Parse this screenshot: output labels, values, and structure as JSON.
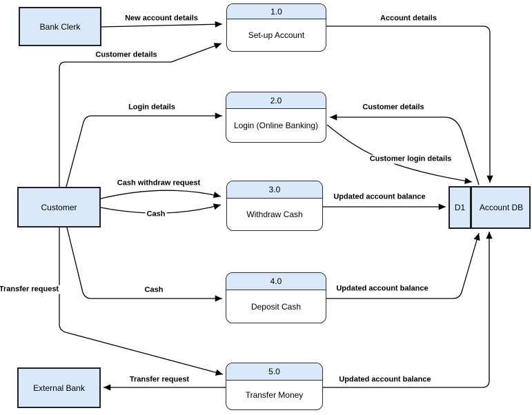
{
  "colors": {
    "node_fill": "#dae8fc",
    "node_stroke": "#1f1f1f",
    "connector": "#000000",
    "process_body": "#ffffff"
  },
  "entities": [
    {
      "label": "Bank Clerk"
    },
    {
      "label": "Customer"
    },
    {
      "label": "External Bank"
    }
  ],
  "processes": [
    {
      "number": "1.0",
      "label": "Set-up Account"
    },
    {
      "number": "2.0",
      "label": "Login (Online Banking)"
    },
    {
      "number": "3.0",
      "label": "Withdraw Cash"
    },
    {
      "number": "4.0",
      "label": "Deposit Cash"
    },
    {
      "number": "5.0",
      "label": "Transfer Money"
    }
  ],
  "datastore": {
    "ref": "D1",
    "label": "Account DB"
  },
  "flows": [
    {
      "label": "New account details",
      "from": "Bank Clerk",
      "to": "Set-up Account"
    },
    {
      "label": "Customer details",
      "from": "Customer",
      "to": "Set-up Account"
    },
    {
      "label": "Account details",
      "from": "Set-up Account",
      "to": "Account DB"
    },
    {
      "label": "Login details",
      "from": "Customer",
      "to": "Login (Online Banking)"
    },
    {
      "label": "Customer details",
      "from": "Account DB",
      "to": "Login (Online Banking)"
    },
    {
      "label": "Customer login details",
      "from": "Login (Online Banking)",
      "to": "Account DB"
    },
    {
      "label": "Cash withdraw request",
      "from": "Customer",
      "to": "Withdraw Cash"
    },
    {
      "label": "Cash",
      "from": "Customer",
      "to": "Withdraw Cash"
    },
    {
      "label": "Updated account balance",
      "from": "Withdraw Cash",
      "to": "Account DB"
    },
    {
      "label": "Cash",
      "from": "Customer",
      "to": "Deposit Cash"
    },
    {
      "label": "Updated account balance",
      "from": "Deposit Cash",
      "to": "Account DB"
    },
    {
      "label": "Transfer request",
      "from": "Customer",
      "to": "Transfer Money"
    },
    {
      "label": "Transfer request",
      "from": "Transfer Money",
      "to": "External Bank"
    },
    {
      "label": "Updated account balance",
      "from": "Transfer Money",
      "to": "Account DB"
    }
  ]
}
